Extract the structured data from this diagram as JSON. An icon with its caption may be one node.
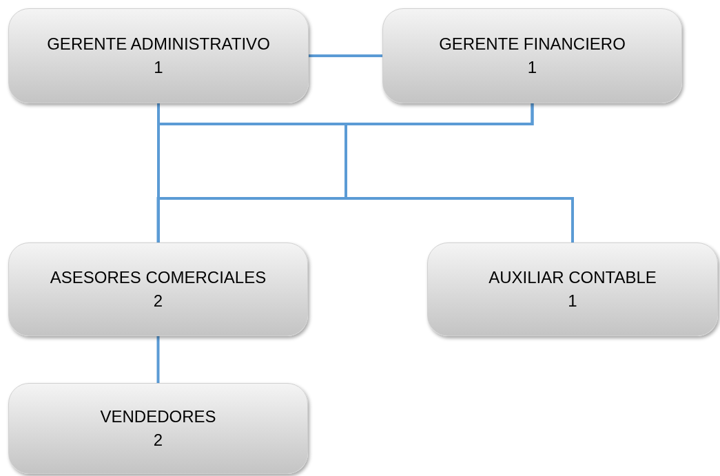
{
  "diagram": {
    "nodes": [
      {
        "text": [
          "GERENTE ADMINISTRATIVO",
          "1"
        ]
      },
      {
        "text": [
          "GERENTE FINANCIERO",
          "1"
        ]
      },
      {
        "text": [
          "ASESORES COMERCIALES",
          "2"
        ]
      },
      {
        "text": [
          "AUXILIAR CONTABLE",
          "1"
        ]
      },
      {
        "text": [
          "VENDEDORES",
          "2"
        ]
      }
    ],
    "edges": [
      {
        "from": 0,
        "to": 1,
        "arrow": "none"
      },
      {
        "from": 0,
        "to": 2,
        "arrow": "none"
      },
      {
        "from": 0,
        "to": 3,
        "arrow": "none"
      },
      {
        "from": 1,
        "to": 2,
        "arrow": "none"
      },
      {
        "from": 1,
        "to": 3,
        "arrow": "none"
      },
      {
        "from": 2,
        "to": 4,
        "arrow": "none"
      }
    ]
  }
}
